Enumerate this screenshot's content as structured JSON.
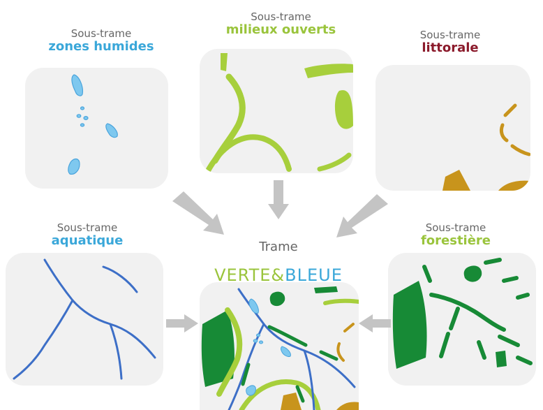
{
  "prefix": "Sous-trame",
  "humides": {
    "name": "zones humides",
    "color": "#3aa7d9"
  },
  "ouverts": {
    "name": "milieux ouverts",
    "color": "#9ac43c"
  },
  "littorale": {
    "name": "littorale",
    "color": "#8b1a2b"
  },
  "aquatique": {
    "name": "aquatique",
    "color": "#3aa7d9"
  },
  "forestiere": {
    "name": "forestière",
    "color": "#9ac43c"
  },
  "center": {
    "prefix": "Trame",
    "part1": "VERTE&",
    "part2": "BLEUE"
  },
  "colors": {
    "wetland_blue": "#7ec8ef",
    "water_blue": "#3d6fc7",
    "light_green": "#a7cf3c",
    "dark_green": "#178a36",
    "ochre": "#c8941c",
    "arrow_grey": "#c4c4c4",
    "panel_bg": "#f1f1f1"
  }
}
